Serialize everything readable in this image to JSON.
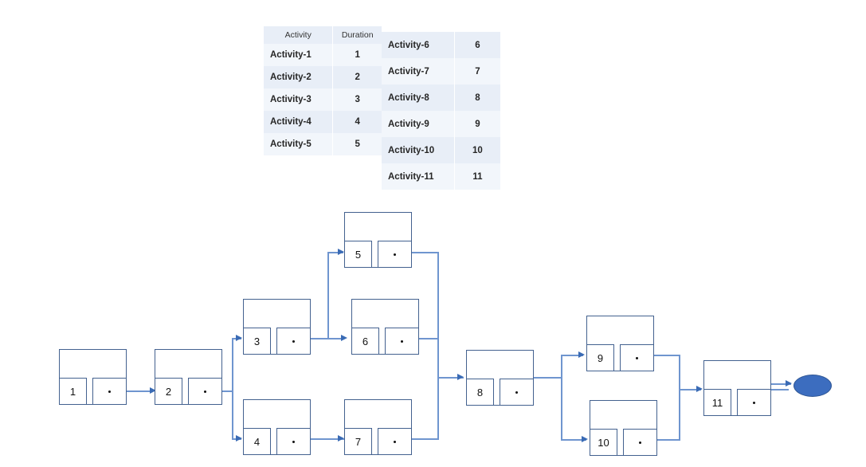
{
  "tables": {
    "left": {
      "name": "activity-duration-table-left",
      "headers": [
        "Activity",
        "Duration"
      ],
      "rows": [
        [
          "Activity-1",
          "1"
        ],
        [
          "Activity-2",
          "2"
        ],
        [
          "Activity-3",
          "3"
        ],
        [
          "Activity-4",
          "4"
        ],
        [
          "Activity-5",
          "5"
        ]
      ]
    },
    "right": {
      "name": "activity-duration-table-right",
      "headers": [],
      "rows": [
        [
          "Activity-6",
          "6"
        ],
        [
          "Activity-7",
          "7"
        ],
        [
          "Activity-8",
          "8"
        ],
        [
          "Activity-9",
          "9"
        ],
        [
          "Activity-10",
          "10"
        ],
        [
          "Activity-11",
          "11"
        ]
      ]
    }
  },
  "diagram": {
    "type": "activity-network-diagram",
    "node_marker": ".",
    "nodes": [
      {
        "id": "1",
        "label": "1",
        "marker": "."
      },
      {
        "id": "2",
        "label": "2",
        "marker": "."
      },
      {
        "id": "3",
        "label": "3",
        "marker": "."
      },
      {
        "id": "4",
        "label": "4",
        "marker": "."
      },
      {
        "id": "5",
        "label": "5",
        "marker": "."
      },
      {
        "id": "6",
        "label": "6",
        "marker": "."
      },
      {
        "id": "7",
        "label": "7",
        "marker": "."
      },
      {
        "id": "8",
        "label": "8",
        "marker": "."
      },
      {
        "id": "9",
        "label": "9",
        "marker": "."
      },
      {
        "id": "10",
        "label": "10",
        "marker": "."
      },
      {
        "id": "11",
        "label": "11",
        "marker": "."
      }
    ],
    "edges": [
      [
        "1",
        "2"
      ],
      [
        "2",
        "3"
      ],
      [
        "2",
        "4"
      ],
      [
        "3",
        "5"
      ],
      [
        "3",
        "6"
      ],
      [
        "4",
        "7"
      ],
      [
        "5",
        "8"
      ],
      [
        "6",
        "8"
      ],
      [
        "7",
        "8"
      ],
      [
        "8",
        "9"
      ],
      [
        "8",
        "10"
      ],
      [
        "9",
        "11"
      ],
      [
        "10",
        "11"
      ],
      [
        "11",
        "end"
      ]
    ],
    "terminator": {
      "name": "end-node",
      "shape": "ellipse"
    }
  },
  "colors": {
    "node_border": "#43618f",
    "connector": "#6f95cf",
    "arrow": "#3a6bb5",
    "terminator_fill": "#3c6dbf",
    "table_bg": "#e8eef7",
    "table_alt_bg": "#f2f6fb"
  }
}
